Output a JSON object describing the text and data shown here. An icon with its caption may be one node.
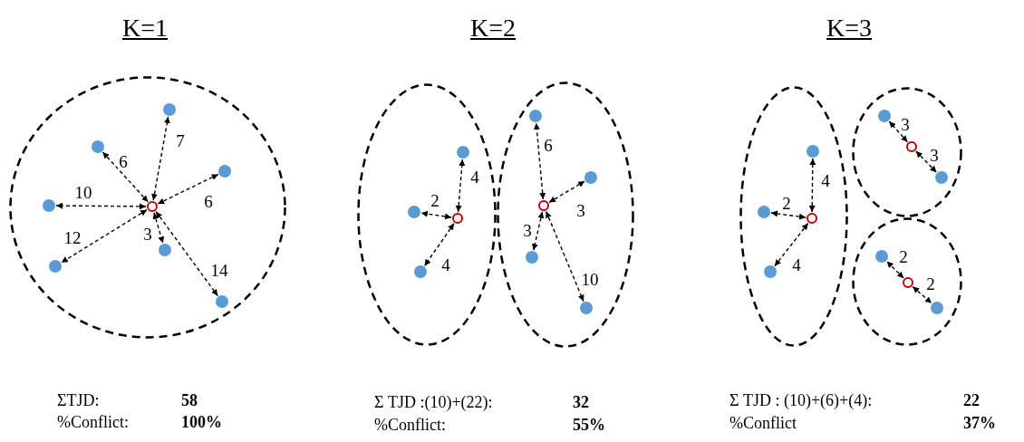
{
  "diagram": {
    "nodes": [
      {
        "text": [],
        "shape": "ellipse"
      },
      {
        "text": [],
        "shape": "ring",
        "in": 0
      },
      {
        "text": [],
        "shape": "circle",
        "in": 0
      },
      {
        "text": [],
        "shape": "circle",
        "in": 0
      },
      {
        "text": [],
        "shape": "circle",
        "in": 0
      },
      {
        "text": [],
        "shape": "circle",
        "in": 0
      },
      {
        "text": [],
        "shape": "circle",
        "in": 0
      },
      {
        "text": [],
        "shape": "circle",
        "in": 0
      },
      {
        "text": [],
        "shape": "circle",
        "in": 0
      },
      {
        "text": [],
        "shape": "ellipse"
      },
      {
        "text": [],
        "shape": "ring",
        "in": 9
      },
      {
        "text": [],
        "shape": "circle",
        "in": 9
      },
      {
        "text": [],
        "shape": "circle",
        "in": 9
      },
      {
        "text": [],
        "shape": "circle",
        "in": 9
      },
      {
        "text": [],
        "shape": "ellipse"
      },
      {
        "text": [],
        "shape": "ring",
        "in": 14
      },
      {
        "text": [],
        "shape": "circle",
        "in": 14
      },
      {
        "text": [],
        "shape": "circle",
        "in": 14
      },
      {
        "text": [],
        "shape": "circle",
        "in": 14
      },
      {
        "text": [],
        "shape": "circle",
        "in": 14
      },
      {
        "text": [],
        "shape": "ellipse"
      },
      {
        "text": [],
        "shape": "ring",
        "in": 20
      },
      {
        "text": [],
        "shape": "circle",
        "in": 20
      },
      {
        "text": [],
        "shape": "circle",
        "in": 20
      },
      {
        "text": [],
        "shape": "circle",
        "in": 20
      },
      {
        "text": [],
        "shape": "ellipse"
      },
      {
        "text": [],
        "shape": "ring",
        "in": 25
      },
      {
        "text": [],
        "shape": "circle",
        "in": 25
      },
      {
        "text": [],
        "shape": "circle",
        "in": 25
      },
      {
        "text": [],
        "shape": "ellipse"
      },
      {
        "text": [],
        "shape": "ring",
        "in": 29
      },
      {
        "text": [],
        "shape": "circle",
        "in": 29
      },
      {
        "text": [],
        "shape": "circle",
        "in": 29
      }
    ],
    "edges": [
      {
        "from": 1,
        "to": 2,
        "arrow": "both",
        "style": "dashed",
        "label": "7"
      },
      {
        "from": 1,
        "to": 3,
        "arrow": "both",
        "style": "dashed",
        "label": "6"
      },
      {
        "from": 1,
        "to": 4,
        "arrow": "both",
        "style": "dashed",
        "label": "6"
      },
      {
        "from": 1,
        "to": 5,
        "arrow": "both",
        "style": "dashed",
        "label": "10"
      },
      {
        "from": 1,
        "to": 6,
        "arrow": "both",
        "style": "dashed",
        "label": "12"
      },
      {
        "from": 1,
        "to": 7,
        "arrow": "both",
        "style": "dashed",
        "label": "3"
      },
      {
        "from": 1,
        "to": 8,
        "arrow": "both",
        "style": "dashed",
        "label": "14"
      },
      {
        "from": 10,
        "to": 11,
        "arrow": "both",
        "style": "dashed",
        "label": "4"
      },
      {
        "from": 10,
        "to": 12,
        "arrow": "both",
        "style": "dashed",
        "label": "2"
      },
      {
        "from": 10,
        "to": 13,
        "arrow": "both",
        "style": "dashed",
        "label": "4"
      },
      {
        "from": 15,
        "to": 16,
        "arrow": "both",
        "style": "dashed",
        "label": "6"
      },
      {
        "from": 15,
        "to": 17,
        "arrow": "both",
        "style": "dashed",
        "label": "3"
      },
      {
        "from": 15,
        "to": 18,
        "arrow": "both",
        "style": "dashed",
        "label": "3"
      },
      {
        "from": 15,
        "to": 19,
        "arrow": "both",
        "style": "dashed",
        "label": "10"
      },
      {
        "from": 21,
        "to": 22,
        "arrow": "both",
        "style": "dashed",
        "label": "4"
      },
      {
        "from": 21,
        "to": 23,
        "arrow": "both",
        "style": "dashed",
        "label": "2"
      },
      {
        "from": 21,
        "to": 24,
        "arrow": "both",
        "style": "dashed",
        "label": "4"
      },
      {
        "from": 26,
        "to": 27,
        "arrow": "both",
        "style": "dashed",
        "label": "3"
      },
      {
        "from": 26,
        "to": 28,
        "arrow": "both",
        "style": "dashed",
        "label": "3"
      },
      {
        "from": 30,
        "to": 31,
        "arrow": "both",
        "style": "dashed",
        "label": "2"
      },
      {
        "from": 30,
        "to": 32,
        "arrow": "both",
        "style": "dashed",
        "label": "2"
      }
    ],
    "labels": [
      "K=1",
      "K=2",
      "K=3",
      "ΣTJD:",
      "58",
      "Σ TJD :(10)+(22):",
      "32",
      "Σ TJD : (10)+(6)+(4):",
      "22",
      "%Conflict:",
      "100%",
      "%Conflict:",
      "55%",
      "%Conflict",
      "37%"
    ]
  }
}
